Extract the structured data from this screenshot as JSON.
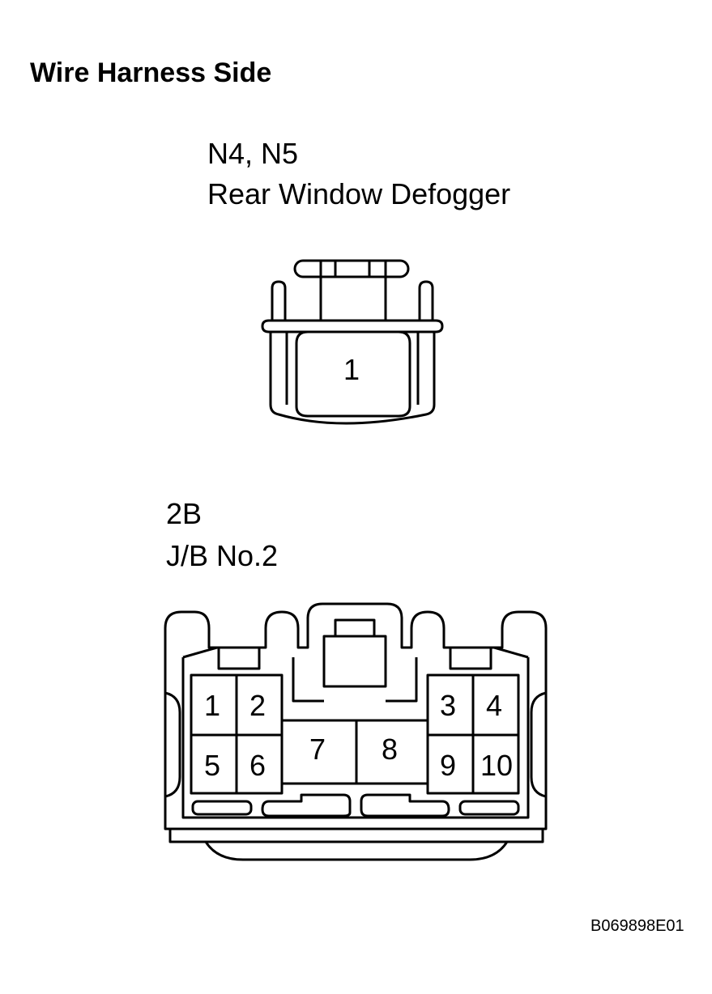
{
  "title": "Wire Harness Side",
  "connector_1": {
    "code": "N4, N5",
    "name": "Rear Window Defogger",
    "pins": [
      "1"
    ]
  },
  "connector_2": {
    "code": "2B",
    "name": "J/B No.2",
    "pins": [
      "1",
      "2",
      "3",
      "4",
      "5",
      "6",
      "7",
      "8",
      "9",
      "10"
    ]
  },
  "reference_code": "B069898E01"
}
